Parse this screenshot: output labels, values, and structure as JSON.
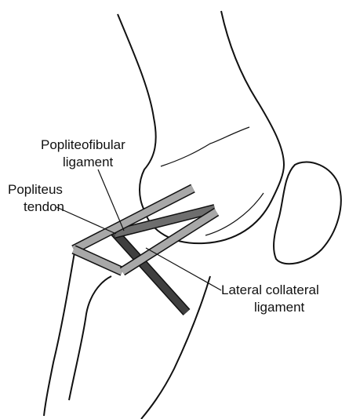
{
  "labels": {
    "popliteofibular_line1": "Popliteofibular",
    "popliteofibular_line2": "ligament",
    "popliteus_line1": "Popliteus",
    "popliteus_line2": "tendon",
    "lateral_collateral_line1": "Lateral collateral",
    "lateral_collateral_line2": "ligament"
  },
  "colors": {
    "outline": "#111111",
    "popliteus_band": "#a8a8a8",
    "popliteofibular_band": "#6e6e6e",
    "lateral_collateral_band": "#3f3f3f"
  }
}
